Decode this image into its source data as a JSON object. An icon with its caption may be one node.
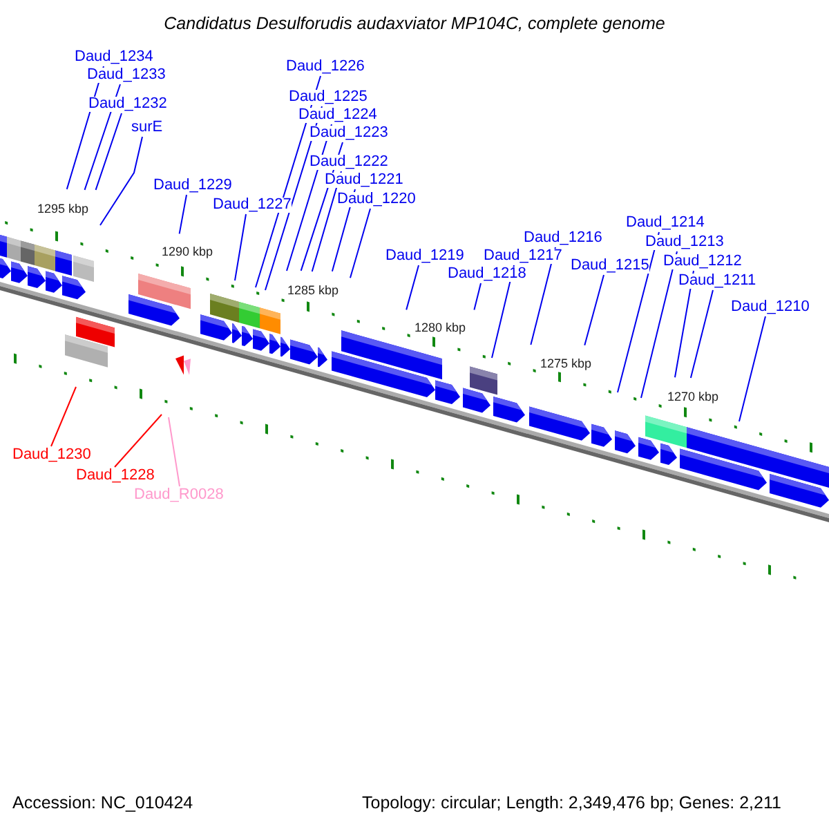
{
  "diagram": {
    "title": "Candidatus Desulforudis audaxviator MP104C, complete genome",
    "nodes": [
      {
        "text": [
          "Daud_1234"
        ]
      },
      {
        "text": [
          "Daud_1233"
        ]
      },
      {
        "text": [
          "Daud_1232"
        ]
      },
      {
        "text": [
          "surE"
        ]
      },
      {
        "text": [
          "Daud_1229"
        ]
      },
      {
        "text": [
          "Daud_1227"
        ]
      },
      {
        "text": [
          "Daud_1226"
        ]
      },
      {
        "text": [
          "Daud_1225"
        ]
      },
      {
        "text": [
          "Daud_1224"
        ]
      },
      {
        "text": [
          "Daud_1223"
        ]
      },
      {
        "text": [
          "Daud_1222"
        ]
      },
      {
        "text": [
          "Daud_1221"
        ]
      },
      {
        "text": [
          "Daud_1220"
        ]
      },
      {
        "text": [
          "Daud_1219"
        ]
      },
      {
        "text": [
          "Daud_1218"
        ]
      },
      {
        "text": [
          "Daud_1217"
        ]
      },
      {
        "text": [
          "Daud_1216"
        ]
      },
      {
        "text": [
          "Daud_1215"
        ]
      },
      {
        "text": [
          "Daud_1214"
        ]
      },
      {
        "text": [
          "Daud_1213"
        ]
      },
      {
        "text": [
          "Daud_1212"
        ]
      },
      {
        "text": [
          "Daud_1211"
        ]
      },
      {
        "text": [
          "Daud_1210"
        ]
      },
      {
        "text": [
          "Daud_1230"
        ]
      },
      {
        "text": [
          "Daud_1228"
        ]
      },
      {
        "text": [
          "Daud_R0028"
        ]
      }
    ],
    "edges": [
      {
        "from": 0,
        "to": null,
        "arrow": "none"
      },
      {
        "from": 1,
        "to": null,
        "arrow": "none"
      },
      {
        "from": 2,
        "to": null,
        "arrow": "none"
      },
      {
        "from": 3,
        "to": null,
        "arrow": "none"
      },
      {
        "from": 4,
        "to": null,
        "arrow": "none"
      },
      {
        "from": 5,
        "to": null,
        "arrow": "none"
      },
      {
        "from": 6,
        "to": null,
        "arrow": "none"
      },
      {
        "from": 7,
        "to": null,
        "arrow": "none"
      },
      {
        "from": 8,
        "to": null,
        "arrow": "none"
      },
      {
        "from": 9,
        "to": null,
        "arrow": "none"
      },
      {
        "from": 10,
        "to": null,
        "arrow": "none"
      },
      {
        "from": 11,
        "to": null,
        "arrow": "none"
      },
      {
        "from": 12,
        "to": null,
        "arrow": "none"
      },
      {
        "from": 13,
        "to": null,
        "arrow": "none"
      },
      {
        "from": 14,
        "to": null,
        "arrow": "none"
      },
      {
        "from": 15,
        "to": null,
        "arrow": "none"
      },
      {
        "from": 16,
        "to": null,
        "arrow": "none"
      },
      {
        "from": 17,
        "to": null,
        "arrow": "none"
      },
      {
        "from": 18,
        "to": null,
        "arrow": "none"
      },
      {
        "from": 19,
        "to": null,
        "arrow": "none"
      },
      {
        "from": 20,
        "to": null,
        "arrow": "none"
      },
      {
        "from": 21,
        "to": null,
        "arrow": "none"
      },
      {
        "from": 22,
        "to": null,
        "arrow": "none"
      },
      {
        "from": 23,
        "to": null,
        "arrow": "none",
        "color": "#ff0000"
      },
      {
        "from": 24,
        "to": null,
        "arrow": "none",
        "color": "#ff0000"
      },
      {
        "from": 25,
        "to": null,
        "arrow": "none",
        "color": "#ff99cc"
      }
    ],
    "labels": [
      "1295 kbp",
      "1290 kbp",
      "1285 kbp",
      "1280 kbp",
      "1275 kbp",
      "1270 kbp",
      "Accession: NC_010424",
      "Topology: circular; Length: 2,349,476 bp; Genes: 2,211"
    ]
  }
}
